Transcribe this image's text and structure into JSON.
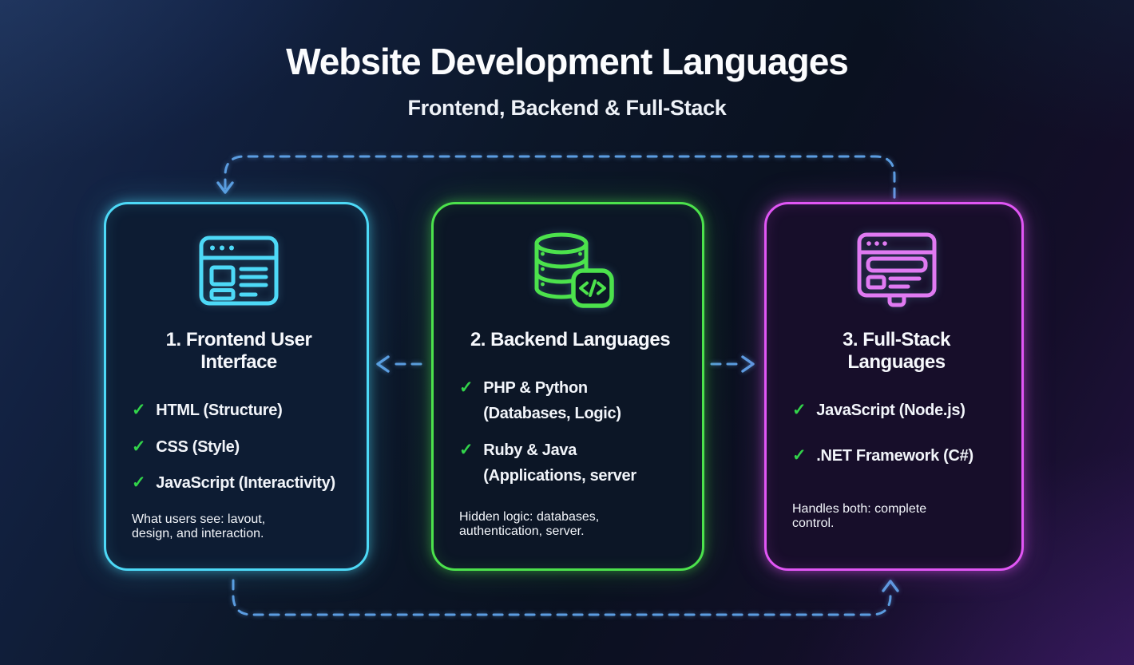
{
  "page": {
    "title": "Website Development Languages",
    "subtitle": "Frontend, Backend & Full-Stack",
    "connector_color": "#5b9ce0",
    "check_color": "#32d44a"
  },
  "icons": {
    "check": "✓"
  },
  "cards": [
    {
      "id": "frontend",
      "accent": "#4dd9f7",
      "icon": "browser-window-icon",
      "title": "1. Frontend User Interface",
      "items": [
        [
          "HTML (Structure)"
        ],
        [
          "CSS (Style)"
        ],
        [
          "JavaScript (Interactivity)"
        ]
      ],
      "footer_lines": [
        "What users see: lavout,",
        "design, and interaction."
      ]
    },
    {
      "id": "backend",
      "accent": "#4ce24c",
      "icon": "database-code-icon",
      "title": "2. Backend Languages",
      "items": [
        [
          "PHP & Python",
          "(Databases, Logic)"
        ],
        [
          "Ruby & Java",
          "(Applications, server"
        ]
      ],
      "footer_lines": [
        "Hidden logic: databases,",
        "authentication, server."
      ]
    },
    {
      "id": "fullstack",
      "accent": "#e156f5",
      "icon": "monitor-browser-icon",
      "title": "3. Full-Stack Languages",
      "items": [
        [
          "JavaScript (Node.js)"
        ],
        [
          ".NET Framework (C#)"
        ]
      ],
      "footer_lines": [
        "Handles both: complete",
        "control."
      ]
    }
  ]
}
